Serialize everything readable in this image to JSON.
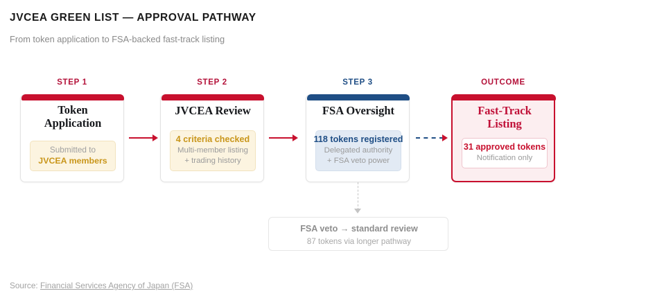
{
  "header": {
    "title": "JVCEA GREEN LIST — APPROVAL PATHWAY",
    "subtitle": "From token application to FSA-backed fast-track listing"
  },
  "colors": {
    "crimson": "#C8102E",
    "navy": "#1F4E85",
    "gold": "#C9961B",
    "cream_fill": "#FCF4E0",
    "blue_fill": "#E2EAF4",
    "pink_fill": "#FCEEF0",
    "muted_text": "#9B9B9B"
  },
  "flow": {
    "steps": [
      {
        "label": "STEP 1",
        "label_color": "crimson",
        "accent_color": "crimson",
        "title": "Token Application",
        "title_line1": "Token",
        "title_line2": "Application",
        "detail": {
          "style": "cream",
          "head": "Submitted to",
          "sub": "JVCEA members"
        }
      },
      {
        "label": "STEP 2",
        "label_color": "crimson",
        "accent_color": "crimson",
        "title": "JVCEA Review",
        "detail": {
          "style": "cream",
          "head": "4 criteria checked",
          "sub1": "Multi-member listing",
          "sub2": "+ trading history"
        }
      },
      {
        "label": "STEP 3",
        "label_color": "navy",
        "accent_color": "navy",
        "title": "FSA Oversight",
        "detail": {
          "style": "blue",
          "head": "118 tokens registered",
          "sub1": "Delegated authority",
          "sub2": "+ FSA veto power"
        }
      },
      {
        "label": "OUTCOME",
        "label_color": "crimson",
        "accent_color": "crimson",
        "title": "Fast-Track Listing",
        "title_line1": "Fast-Track",
        "title_line2": "Listing",
        "detail": {
          "style": "white",
          "head": "31 approved tokens",
          "sub": "Notification only"
        }
      }
    ],
    "connectors": [
      {
        "name": "arrow-step1-step2",
        "style": "solid",
        "color": "crimson"
      },
      {
        "name": "arrow-step2-step3",
        "style": "solid",
        "color": "crimson"
      },
      {
        "name": "arrow-step3-outcome",
        "style": "dashed",
        "color": "navy"
      },
      {
        "name": "veto-branch",
        "style": "dashed",
        "color": "#C4C4C4"
      }
    ],
    "branch": {
      "head": "FSA veto → standard review",
      "sub": "87 tokens via longer pathway"
    }
  },
  "footer": {
    "source_prefix": "Source: ",
    "source_link": "Financial Services Agency of Japan (FSA)"
  }
}
